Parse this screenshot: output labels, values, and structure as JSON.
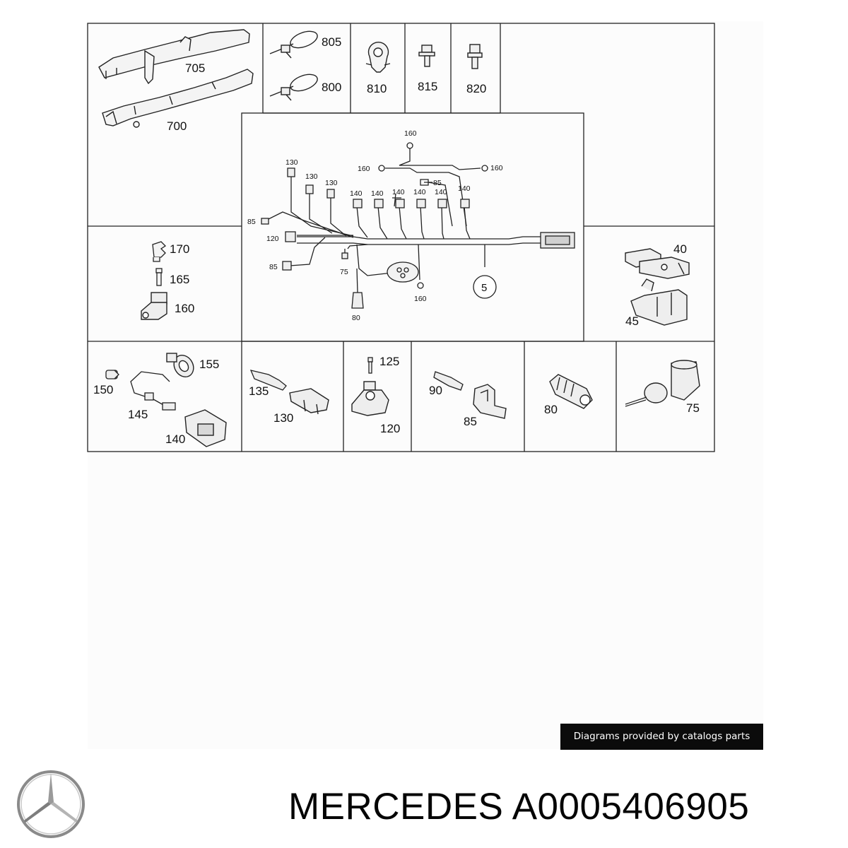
{
  "diagram": {
    "cells": [
      {
        "id": "c700705",
        "labels": [
          "705",
          "700"
        ]
      },
      {
        "id": "c805800",
        "labels": [
          "805",
          "800"
        ]
      },
      {
        "id": "c810",
        "labels": [
          "810"
        ]
      },
      {
        "id": "c815",
        "labels": [
          "815"
        ]
      },
      {
        "id": "c820",
        "labels": [
          "820"
        ]
      },
      {
        "id": "c170",
        "labels": [
          "170",
          "165",
          "160"
        ]
      },
      {
        "id": "c4045",
        "labels": [
          "40",
          "45"
        ]
      },
      {
        "id": "c155",
        "labels": [
          "155",
          "150",
          "145",
          "140"
        ]
      },
      {
        "id": "c135",
        "labels": [
          "135",
          "130"
        ]
      },
      {
        "id": "c125",
        "labels": [
          "125",
          "120"
        ]
      },
      {
        "id": "c90",
        "labels": [
          "90",
          "85"
        ]
      },
      {
        "id": "c80",
        "labels": [
          "80"
        ]
      },
      {
        "id": "c75",
        "labels": [
          "75"
        ]
      }
    ],
    "harness_labels": [
      "160",
      "160",
      "160",
      "130",
      "130",
      "130",
      "85",
      "140",
      "140",
      "140",
      "140",
      "140",
      "140",
      "85",
      "120",
      "85",
      "75",
      "160",
      "5",
      "80"
    ]
  },
  "caption": "Diagrams provided by catalogs parts",
  "footer": {
    "brand": "MERCEDES",
    "part_number": "A0005406905"
  },
  "logo": "mercedes-star-logo"
}
